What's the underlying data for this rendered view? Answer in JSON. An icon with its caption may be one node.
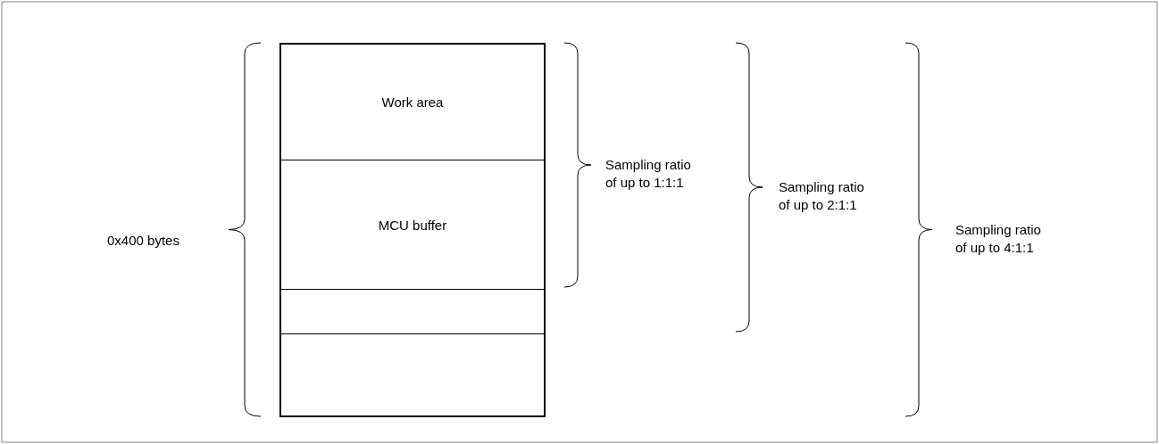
{
  "diagram": {
    "nodes": [
      {
        "text": [],
        "shape": "box"
      },
      {
        "text": [
          "Work area"
        ],
        "in": 0
      },
      {
        "text": [
          "MCU buffer"
        ],
        "in": 0
      },
      {
        "text": [],
        "shape": "box",
        "in": 0
      },
      {
        "text": [],
        "shape": "box",
        "in": 0
      }
    ],
    "edges": [],
    "labels": [
      "0x400 bytes",
      "Sampling ratio of up to 1:1:1",
      "Sampling ratio of up to 2:1:1",
      "Sampling ratio of up to 4:1:1"
    ]
  }
}
